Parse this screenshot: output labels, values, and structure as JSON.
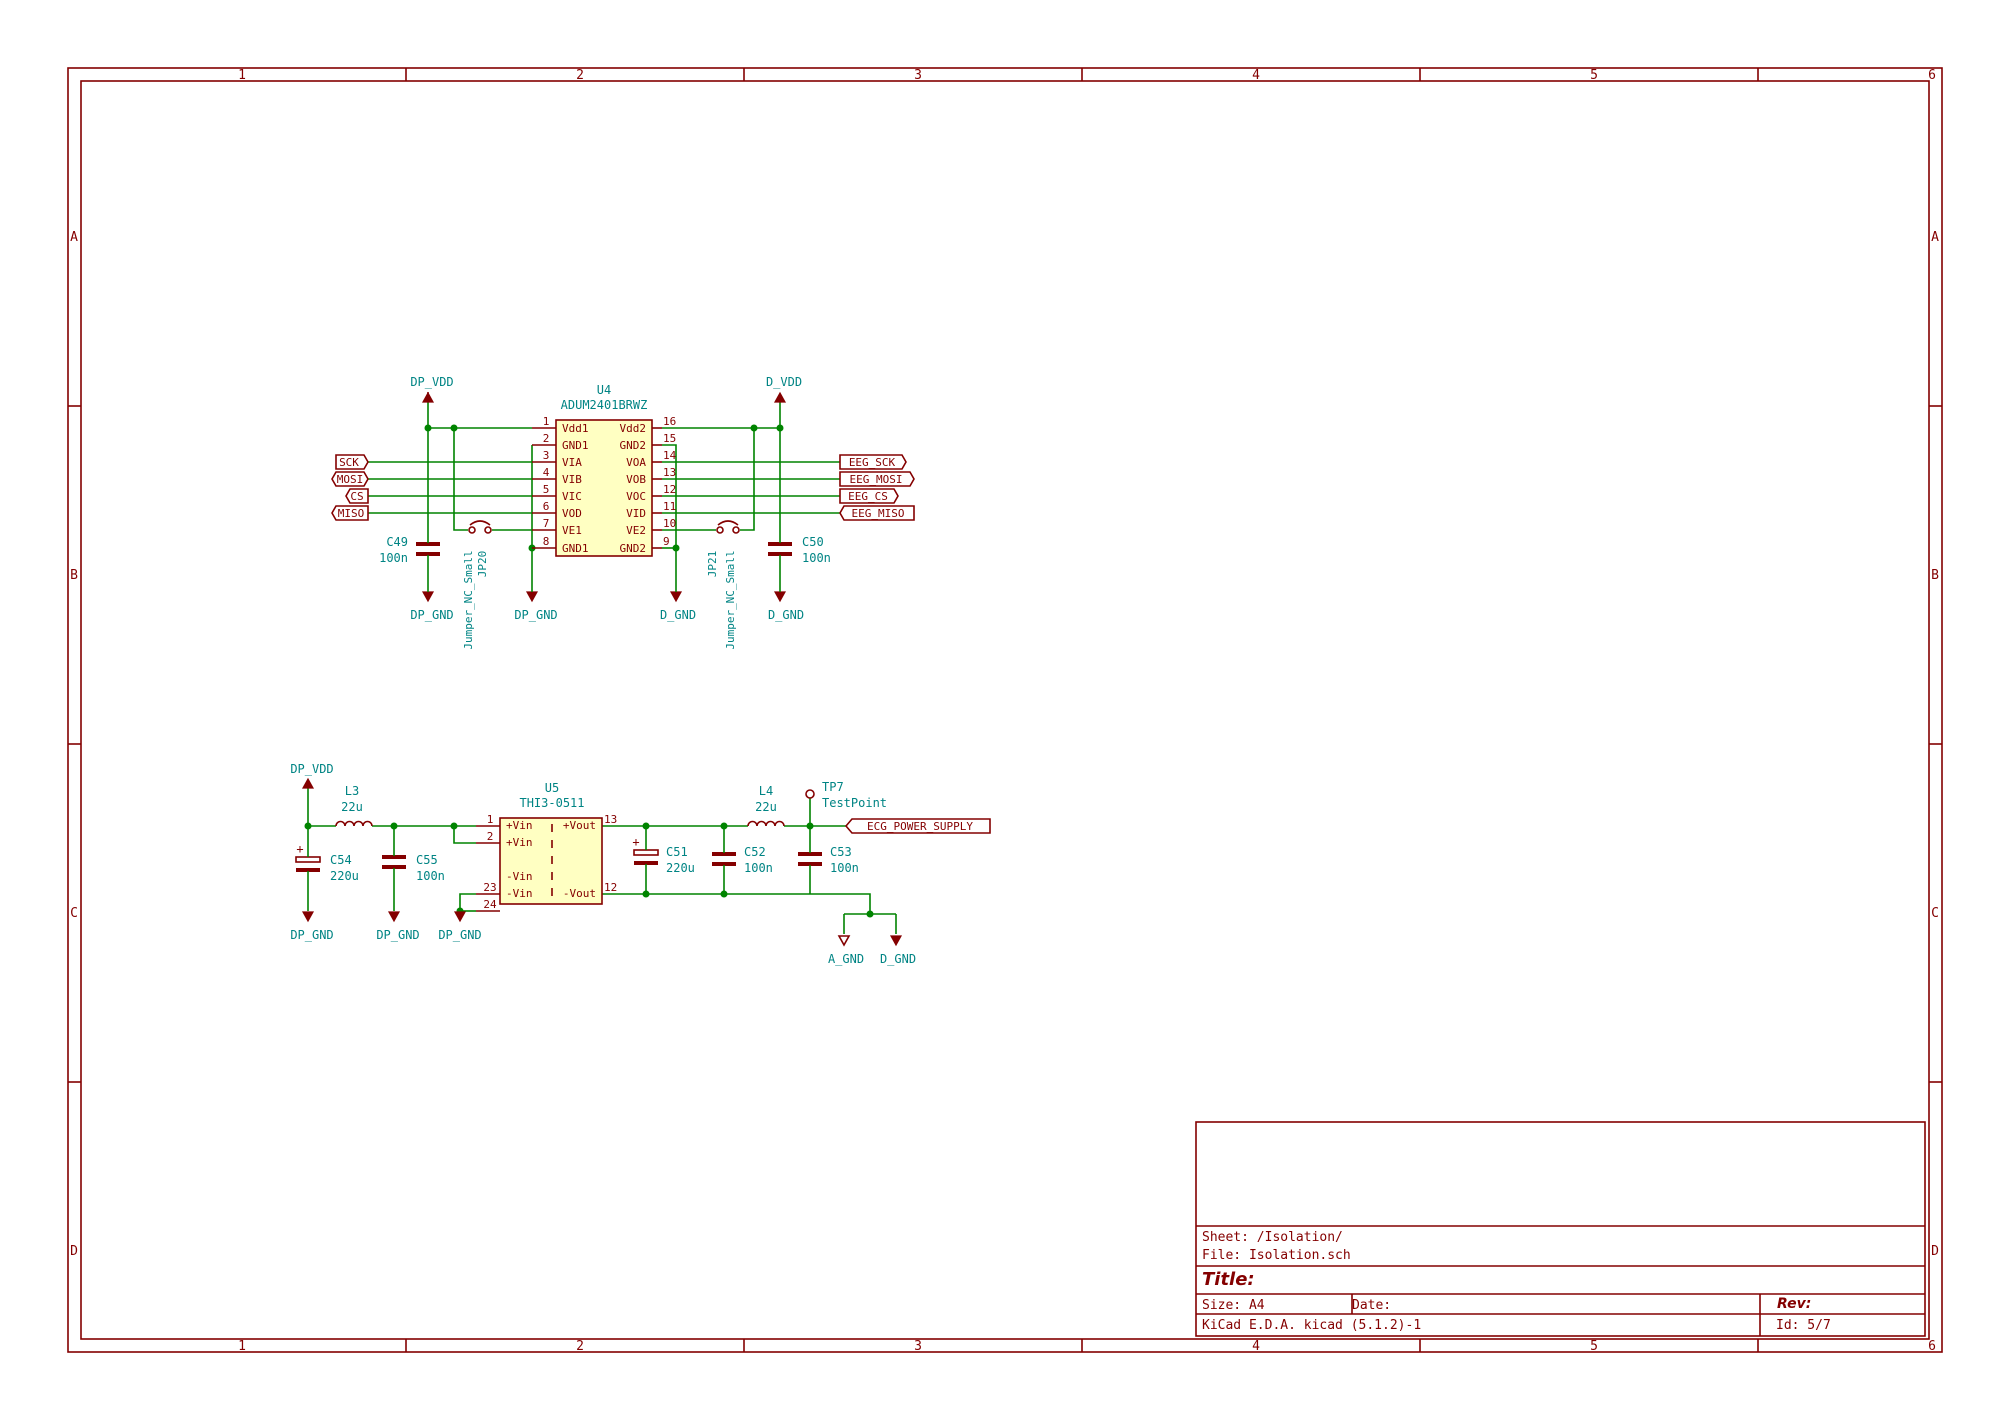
{
  "sheet": {
    "col_labels": [
      "1",
      "2",
      "3",
      "4",
      "5",
      "6"
    ],
    "row_labels": [
      "A",
      "B",
      "C",
      "D"
    ]
  },
  "title_block": {
    "sheet": "Sheet: /Isolation/",
    "file": "File: Isolation.sch",
    "title": "Title:",
    "size": "Size: A4",
    "date": "Date:",
    "rev": "Rev:",
    "tool": "KiCad E.D.A.  kicad (5.1.2)-1",
    "id": "Id: 5/7"
  },
  "u4": {
    "ref": "U4",
    "value": "ADUM2401BRWZ",
    "left_pins": [
      {
        "num": "1",
        "name": "Vdd1"
      },
      {
        "num": "2",
        "name": "GND1"
      },
      {
        "num": "3",
        "name": "VIA"
      },
      {
        "num": "4",
        "name": "VIB"
      },
      {
        "num": "5",
        "name": "VIC"
      },
      {
        "num": "6",
        "name": "VOD"
      },
      {
        "num": "7",
        "name": "VE1"
      },
      {
        "num": "8",
        "name": "GND1"
      }
    ],
    "right_pins": [
      {
        "num": "16",
        "name": "Vdd2"
      },
      {
        "num": "15",
        "name": "GND2"
      },
      {
        "num": "14",
        "name": "VOA"
      },
      {
        "num": "13",
        "name": "VOB"
      },
      {
        "num": "12",
        "name": "VOC"
      },
      {
        "num": "11",
        "name": "VID"
      },
      {
        "num": "10",
        "name": "VE2"
      },
      {
        "num": "9",
        "name": "GND2"
      }
    ]
  },
  "u4_power": {
    "dp_vdd": "DP_VDD",
    "d_vdd": "D_VDD",
    "dp_gnd_1": "DP_GND",
    "dp_gnd_2": "DP_GND",
    "d_gnd_1": "D_GND",
    "d_gnd_2": "D_GND"
  },
  "u4_labels": {
    "left": [
      "SCK",
      "MOSI",
      "CS",
      "MISO"
    ],
    "right": [
      "EEG_SCK",
      "EEG_MOSI",
      "EEG_CS",
      "EEG_MISO"
    ]
  },
  "u4_caps": {
    "c49_ref": "C49",
    "c49_val": "100n",
    "c50_ref": "C50",
    "c50_val": "100n"
  },
  "jumpers": {
    "jp20_ref": "JP20",
    "jp20_val": "Jumper_NC_Small",
    "jp21_ref": "JP21",
    "jp21_val": "Jumper_NC_Small"
  },
  "u5": {
    "ref": "U5",
    "value": "THI3-0511",
    "left_pins": [
      {
        "num": "1",
        "name": "+Vin"
      },
      {
        "num": "2",
        "name": "+Vin"
      },
      {
        "num": "23",
        "name": "-Vin"
      },
      {
        "num": "24",
        "name": "-Vin"
      }
    ],
    "right_pins": [
      {
        "num": "13",
        "name": "+Vout"
      },
      {
        "num": "12",
        "name": "-Vout"
      }
    ]
  },
  "psu": {
    "dp_vdd": "DP_VDD",
    "l3_ref": "L3",
    "l3_val": "22u",
    "l4_ref": "L4",
    "l4_val": "22u",
    "c54_ref": "C54",
    "c54_val": "220u",
    "c55_ref": "C55",
    "c55_val": "100n",
    "c51_ref": "C51",
    "c51_val": "220u",
    "c52_ref": "C52",
    "c52_val": "100n",
    "c53_ref": "C53",
    "c53_val": "100n",
    "tp7_ref": "TP7",
    "tp7_val": "TestPoint",
    "net_label": "ECG_POWER_SUPPLY",
    "gnd_1": "DP_GND",
    "gnd_2": "DP_GND",
    "gnd_3": "DP_GND",
    "a_gnd": "A_GND",
    "d_gnd": "D_GND",
    "plus_1": "+",
    "plus_2": "+"
  }
}
